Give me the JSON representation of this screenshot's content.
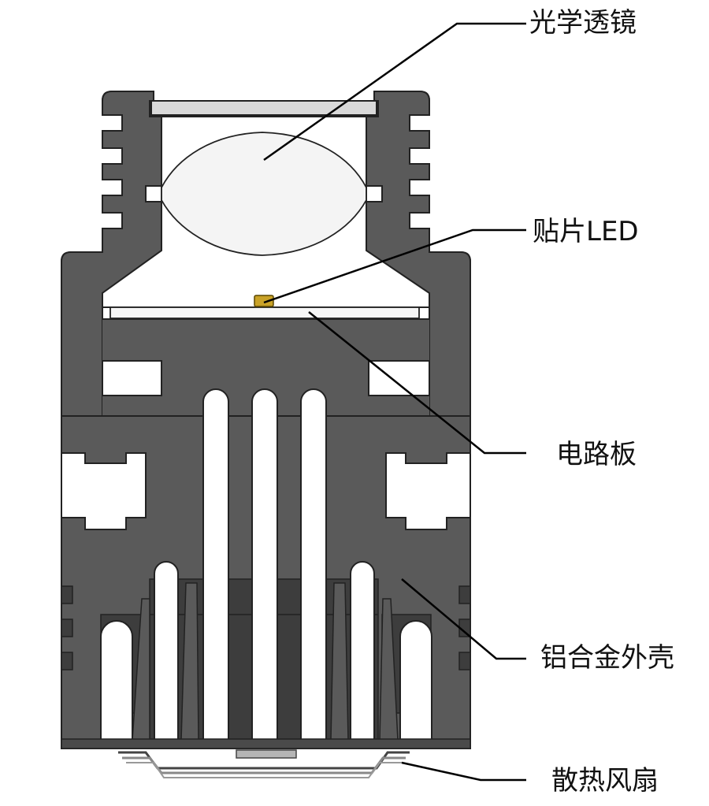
{
  "labels": {
    "lens": "光学透镜",
    "led": "贴片LED",
    "pcb": "电路板",
    "shell": "铝合金外壳",
    "fan": "散热风扇"
  },
  "colors": {
    "housing": "#5a5a5a",
    "housing_dark": "#3d3d3d",
    "outline": "#222222",
    "lens_fill": "#f4f4f4",
    "glass": "#d9d9d9",
    "led": "#c9a227",
    "fan_metal": "#b5b5b5",
    "leader": "#000000"
  }
}
